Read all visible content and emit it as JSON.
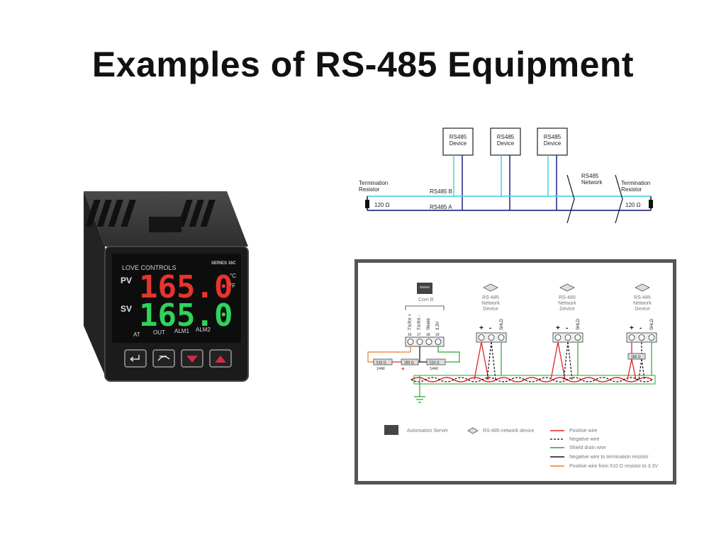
{
  "slide": {
    "title": "Examples of RS-485 Equipment"
  },
  "controller": {
    "brand": "LOVE CONTROLS",
    "series": "SERIES 16C",
    "pv_label": "PV",
    "sv_label": "SV",
    "pv_value": "165.0",
    "sv_value": "165.0",
    "unit_c": "°C",
    "unit_f": "°F",
    "indicators": [
      "AT",
      "OUT",
      "ALM1",
      "ALM2"
    ],
    "colors": {
      "pv": "#e8342c",
      "sv": "#2fd45a"
    }
  },
  "bus_diagram": {
    "devices": [
      "RS485\nDevice",
      "RS485\nDevice",
      "RS485\nDevice"
    ],
    "left_termination": "Termination\nResistor",
    "right_termination": "Termination\nResistor",
    "network_label": "RS485\nNetwork",
    "line_b": "RS485 B",
    "line_a": "RS485 A",
    "resistor_left": "120 Ω",
    "resistor_right": "120 Ω",
    "colors": {
      "line_b": "#4fd6e6",
      "line_a": "#2b2f8a"
    }
  },
  "wiring_diagram": {
    "com_label": "Com B",
    "pins": [
      "TX/RX +",
      "TX/RX -",
      "Shield",
      "3.3V"
    ],
    "pin_numbers": [
      "16",
      "17",
      "18",
      "19"
    ],
    "resistors": [
      "510 Ω",
      "180 Ω",
      "510 Ω"
    ],
    "resistor_rating": "1/4W",
    "right_resistor": "180 Ω",
    "node_label": "RS-485\nNetwork\nDevice",
    "node_terms": [
      "+",
      "-",
      "SHLD"
    ],
    "legend": {
      "server": "Automation Server",
      "device": "RS-485 network device",
      "positive": "Positive wire",
      "negative": "Negative wire",
      "shield": "Shield drain wire",
      "neg_term": "Negative wire to termination resistor",
      "pos_term": "Positive wire from 510 Ω resistor to 3.3V"
    },
    "colors": {
      "positive": "#e02424",
      "negative": "#111111",
      "shield": "#2aa52a",
      "pos_term": "#f07a2a",
      "frame": "#555555"
    }
  }
}
